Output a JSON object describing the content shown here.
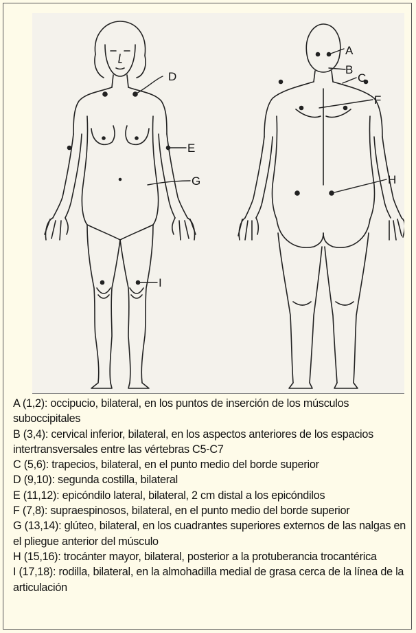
{
  "figure": {
    "labels": [
      "A",
      "B",
      "C",
      "D",
      "E",
      "F",
      "G",
      "H",
      "I"
    ]
  },
  "legend": [
    "A (1,2): occipucio, bilateral, en los puntos de inserción de los músculos suboccipitales",
    "B (3,4): cervical inferior, bilateral, en los aspectos anteriores de los espacios intertransversales entre las vértebras C5-C7",
    "C (5,6): trapecios, bilateral, en el punto medio del borde superior",
    "D (9,10): segunda costilla, bilateral",
    "E (11,12): epicóndilo lateral, bilateral, 2 cm distal a los epicóndilos",
    "F (7,8): supraespinosos, bilateral, en el punto medio del borde superior",
    "G (13,14): glúteo, bilateral, en los cuadrantes superiores externos de las nalgas en el pliegue anterior del músculo",
    "H (15,16): trocánter mayor, bilateral, posterior a la protuberancia trocantérica",
    "I (17,18): rodilla, bilateral, en la almohadilla medial de grasa cerca de la línea de la articulación"
  ]
}
